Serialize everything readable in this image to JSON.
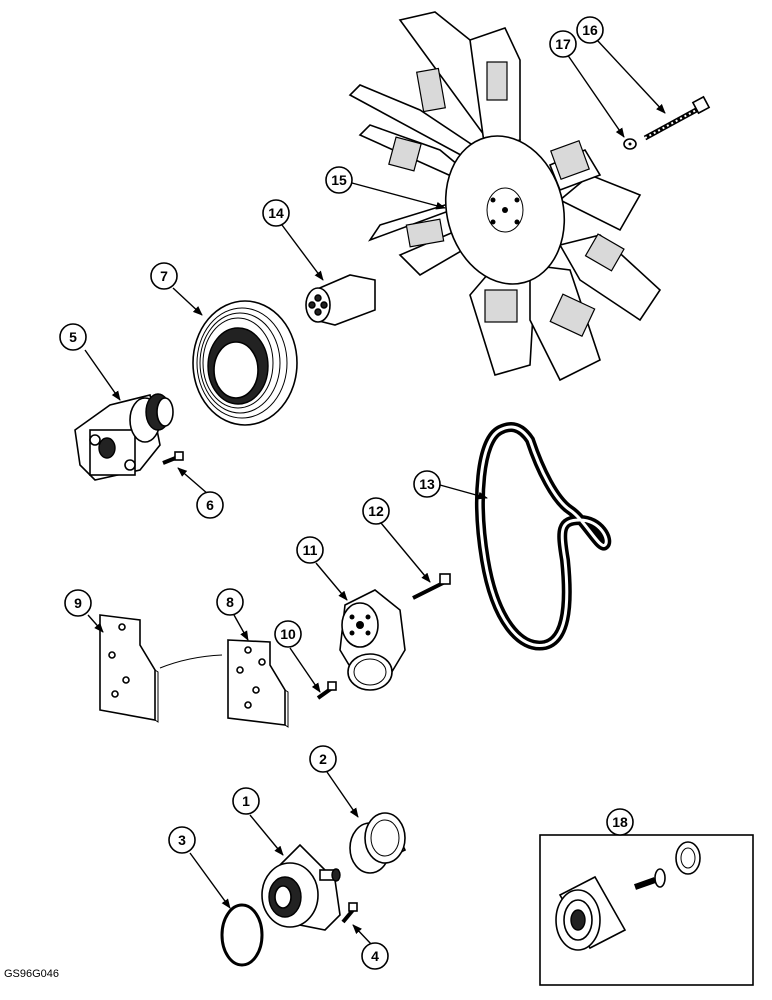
{
  "figure_code": "GS96G046",
  "callouts": [
    {
      "id": "1"
    },
    {
      "id": "2"
    },
    {
      "id": "3"
    },
    {
      "id": "4"
    },
    {
      "id": "5"
    },
    {
      "id": "6"
    },
    {
      "id": "7"
    },
    {
      "id": "8"
    },
    {
      "id": "9"
    },
    {
      "id": "10"
    },
    {
      "id": "11"
    },
    {
      "id": "12"
    },
    {
      "id": "13"
    },
    {
      "id": "14"
    },
    {
      "id": "15"
    },
    {
      "id": "16"
    },
    {
      "id": "17"
    },
    {
      "id": "18"
    }
  ]
}
